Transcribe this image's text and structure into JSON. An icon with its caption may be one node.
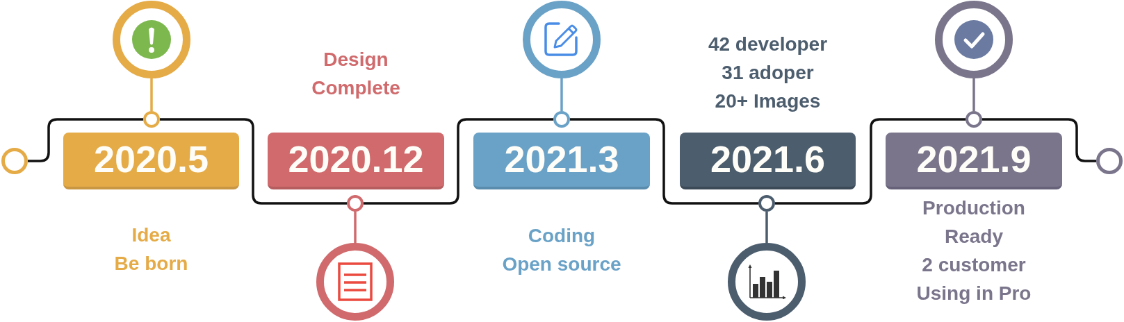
{
  "diagram": {
    "nodes": [
      {
        "text": [],
        "shape": "circle"
      },
      {
        "text": [],
        "shape": "circle"
      },
      {
        "text": [],
        "shape": "circle"
      },
      {
        "text": [
          "2020.5"
        ],
        "beside": [
          "Idea",
          "Be born"
        ]
      },
      {
        "text": [
          "2020.12"
        ],
        "beside": [
          "Design Complete"
        ]
      },
      {
        "text": [],
        "shape": "circle"
      },
      {
        "text": [],
        "shape": "circle"
      },
      {
        "text": [],
        "shape": "circle"
      },
      {
        "text": [],
        "shape": "circle"
      },
      {
        "text": [
          "2021.3"
        ],
        "beside": [
          "Coding",
          "Open source"
        ]
      },
      {
        "text": [
          "2021.6"
        ],
        "beside": [
          "42 developer",
          "31 adoper",
          "20+ Images"
        ]
      },
      {
        "text": [],
        "shape": "circle"
      },
      {
        "text": [],
        "shape": "circle"
      },
      {
        "text": [],
        "shape": "circle"
      },
      {
        "text": [],
        "shape": "circle"
      },
      {
        "text": [
          "2021.9"
        ],
        "beside": [
          "Production Ready",
          "2 customer",
          "Using in Pro"
        ]
      },
      {
        "text": [],
        "shape": "circle"
      }
    ],
    "edges": [
      {
        "from": 0,
        "to": 2,
        "arrow": "none"
      },
      {
        "from": 1,
        "to": 2,
        "arrow": "none",
        "color": "#e5ab47"
      },
      {
        "from": 2,
        "to": 5,
        "arrow": "none"
      },
      {
        "from": 6,
        "to": 5,
        "arrow": "none",
        "color": "#d06a6c"
      },
      {
        "from": 5,
        "to": 8,
        "arrow": "none"
      },
      {
        "from": 7,
        "to": 8,
        "arrow": "none",
        "color": "#6aa2c7"
      },
      {
        "from": 8,
        "to": 11,
        "arrow": "none"
      },
      {
        "from": 12,
        "to": 11,
        "arrow": "none",
        "color": "#4c5d6e"
      },
      {
        "from": 11,
        "to": 14,
        "arrow": "none"
      },
      {
        "from": 13,
        "to": 14,
        "arrow": "none",
        "color": "#7b758c"
      },
      {
        "from": 14,
        "to": 16,
        "arrow": "none"
      }
    ]
  }
}
